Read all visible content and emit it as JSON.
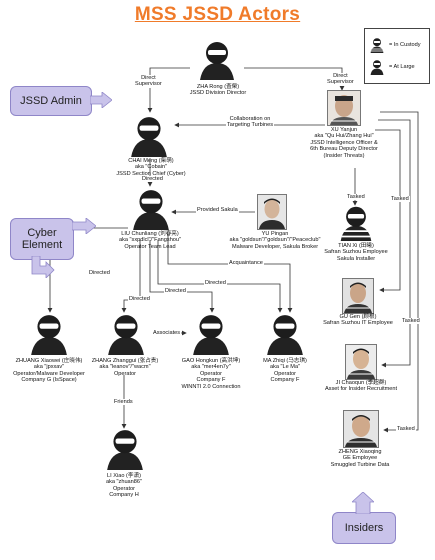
{
  "title": "MSS JSSD Actors",
  "legend": {
    "in_custody": "= In Custody",
    "at_large": "= At Large"
  },
  "tags": {
    "jssd_admin": "JSSD Admin",
    "cyber_element": "Cyber Element",
    "insiders": "Insiders"
  },
  "people": {
    "zha": {
      "name": "ZHA Rong (査榮)",
      "role": "JSSD Division Director"
    },
    "chai": {
      "name": "CHAI Meng (柴萌)",
      "aka": "aka \"Cobain\"",
      "role": "JSSD Section Chief (Cyber)"
    },
    "xu": {
      "name": "XU Yanjun",
      "aka": "aka \"Qu Hui/Zhang Hui\"",
      "role1": "JSSD Intelligence Officer &",
      "role2": "6th Bureau Deputy Director",
      "role3": "(Insider Threats)"
    },
    "liu": {
      "name": "LIU Chunliang (刘春亮)",
      "aka": "aka \"sxpdlcl\"/\"Fangshou\"",
      "role": "Operator Team Lead"
    },
    "yu": {
      "name": "YU Pingan",
      "aka": "aka \"goldsun\"/\"goldsun\"/\"Peaceclub\"",
      "role": "Malware Developer, Sakula Broker"
    },
    "tian": {
      "name": "TIAN Xi (田曦)",
      "role1": "Safran Suzhou Employee",
      "role2": "Sakula Installer"
    },
    "gu": {
      "name": "GU Gen (顾根)",
      "role": "Safran Suzhou IT Employee"
    },
    "ji": {
      "name": "JI Chaoqun (季超群)",
      "role": "Asset for Insider Recruitment"
    },
    "zheng": {
      "name": "ZHENG Xiaoqing",
      "role1": "GE Employee",
      "role2": "Smuggled Turbine Data"
    },
    "zhuang": {
      "name": "ZHUANG Xiaowei (庄晓伟)",
      "aka": "aka \"jpxxav\"",
      "role1": "Operator/Malware Developer",
      "role2": "Company G (IsSpace)"
    },
    "zhangz": {
      "name": "ZHANG Zhanggui (张占贵)",
      "aka": "aka \"leanov\"/\"wacm\"",
      "role": "Operator"
    },
    "gao": {
      "name": "GAO Hongkun (高洪坤)",
      "aka": "aka \"mer4en7y\"",
      "role1": "Operator",
      "role2": "Company F",
      "role3": "WINNTI 2.0 Connection"
    },
    "ma": {
      "name": "MA Zhiqi (马志琪)",
      "aka": "aka \"Le Ma\"",
      "role1": "Operator",
      "role2": "Company F"
    },
    "li": {
      "name": "LI Xiao (李潇)",
      "aka": "aka \"zhuan86\"",
      "role1": "Operator",
      "role2": "Company H"
    }
  },
  "edges": {
    "zha_chai": "Direct\nSupervisor",
    "zha_xu": "Direct\nSupervisor",
    "xu_chai": "Collaboration on\nTargeting Turbines",
    "chai_liu": "Directed",
    "yu_liu": "Provided Sakula",
    "liu_ma": "Acquaintance",
    "liu_zhuang": "Directed",
    "liu_zhangz": "Directed",
    "liu_gao": "Directed",
    "liu_ma2": "Directed",
    "zhangz_gao": "Associates",
    "zhangz_li": "Friends",
    "xu_tian": "Tasked",
    "xu_gu": "Tasked",
    "xu_ji": "Tasked",
    "xu_zheng": "Tasked"
  }
}
